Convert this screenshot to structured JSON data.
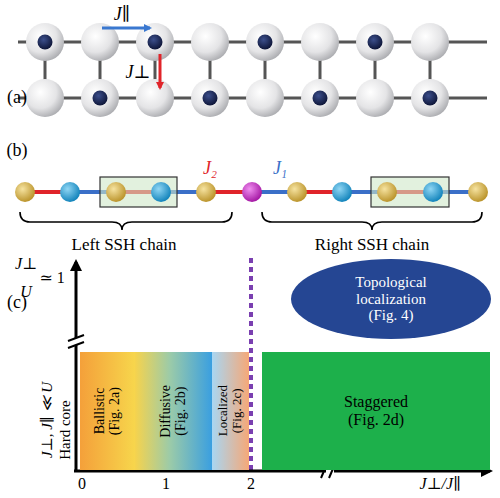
{
  "diagram": {
    "nodes": [
      {
        "text": [
          "Ballistic",
          "(Fig. 2a)"
        ]
      },
      {
        "text": [
          "Diffusive",
          "(Fig. 2b)"
        ]
      },
      {
        "text": [
          "Localized",
          "(Fig. 2c)"
        ]
      },
      {
        "text": [
          "Staggered",
          "(Fig. 2d)"
        ]
      },
      {
        "text": [
          "Topological localization",
          "(Fig. 4)"
        ]
      }
    ],
    "labels": [
      "(a)",
      "J∥",
      "J⊥",
      "(b)",
      "J₂",
      "J₁",
      "Left SSH chain",
      "Right SSH chain",
      "(c)",
      "J⊥",
      "U",
      "≃ 1",
      "J⊥, J∥ ≪ U",
      "Hard core",
      "0",
      "1",
      "2",
      "J⊥/J∥"
    ]
  }
}
